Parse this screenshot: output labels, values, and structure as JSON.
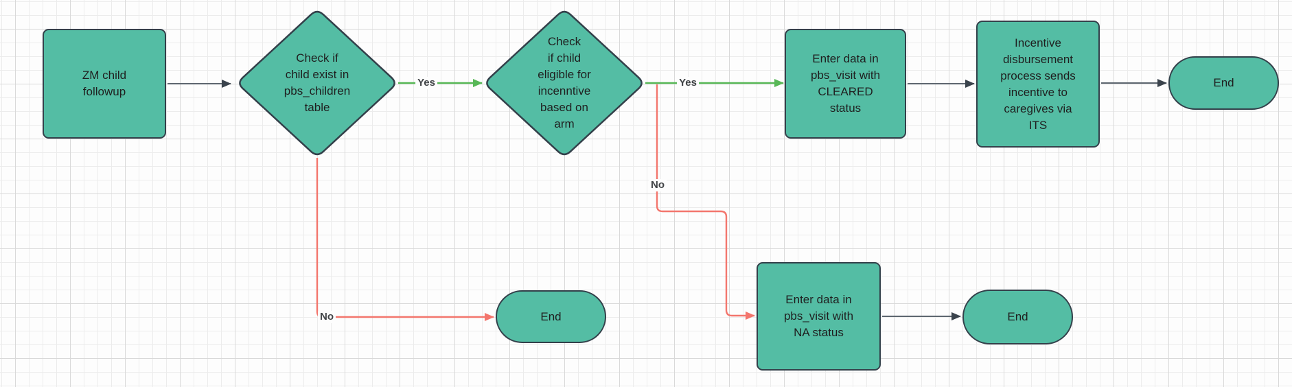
{
  "diagram": {
    "nodes": {
      "start": {
        "shape": "rounded-rectangle",
        "label": "ZM child\nfollowup"
      },
      "decision_child_exists": {
        "shape": "diamond",
        "label": "Check if\nchild exist in\npbs_children\ntable"
      },
      "decision_eligibility": {
        "shape": "diamond",
        "label": "Check\nif child\neligible for\nincenntive\nbased on\narm"
      },
      "enter_cleared": {
        "shape": "rectangle",
        "label": "Enter data in\npbs_visit with\nCLEARED\nstatus"
      },
      "incentive_disbursement": {
        "shape": "rectangle",
        "label": "Incentive\ndisbursement\nprocess sends\nincentive to\ncaregives via\nITS"
      },
      "end_top": {
        "shape": "terminator",
        "label": "End"
      },
      "enter_na": {
        "shape": "rectangle",
        "label": "Enter data in\npbs_visit with\nNA status"
      },
      "end_bottom_left": {
        "shape": "terminator",
        "label": "End"
      },
      "end_bottom_right": {
        "shape": "terminator",
        "label": "End"
      }
    },
    "edge_labels": {
      "decision1_yes": "Yes",
      "decision1_no": "No",
      "decision2_yes": "Yes",
      "decision2_no": "No"
    }
  },
  "theme": {
    "node_fill": "#54bda4",
    "node_border": "#33404a",
    "text_color": "#1f1f1f",
    "edge_gray": "#5d666f",
    "edge_gray_head": "#3a434c",
    "edge_green": "#58b857",
    "edge_red": "#f3766d",
    "label_color": "#404346",
    "canvas_bg": "#fdfdfd",
    "grid_minor": "#ececec",
    "grid_major": "#d9d9d9"
  }
}
